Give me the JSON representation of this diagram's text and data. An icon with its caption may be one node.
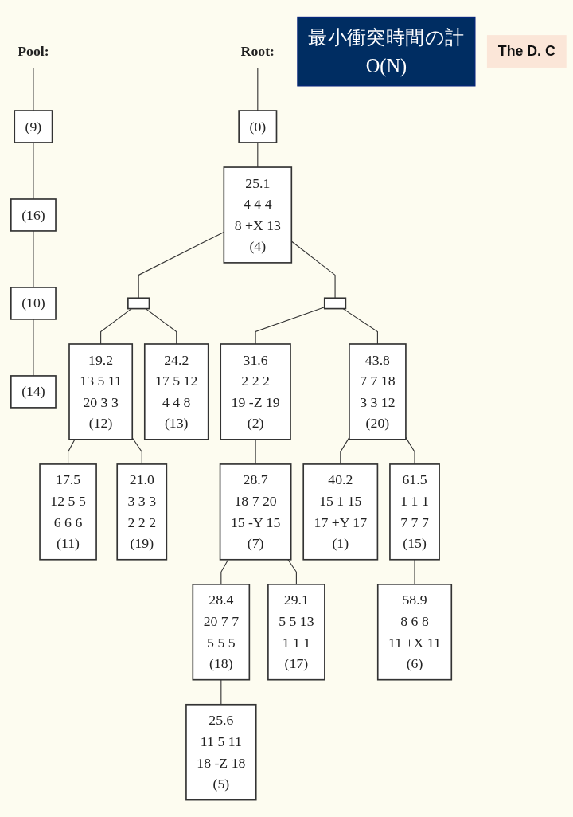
{
  "diagram": {
    "nodes": [
      {
        "text": [
          "Pool:"
        ]
      },
      {
        "text": [
          "(9)"
        ]
      },
      {
        "text": [
          "(16)"
        ]
      },
      {
        "text": [
          "(10)"
        ]
      },
      {
        "text": [
          "(14)"
        ]
      },
      {
        "text": [
          "Root:"
        ]
      },
      {
        "text": [
          "(0)"
        ]
      },
      {
        "text": [
          "25.1",
          "4 4 4",
          "8 +X 13",
          "(4)"
        ]
      },
      {
        "text": [],
        "shape": "box"
      },
      {
        "text": [],
        "shape": "box"
      },
      {
        "text": [
          "最小衝突時間の計",
          "O(N)"
        ]
      },
      {
        "text": [
          "19.2",
          "13 5 11",
          "20 3 3",
          "(12)"
        ]
      },
      {
        "text": [
          "24.2",
          "17 5 12",
          "4 4 8",
          "(13)"
        ]
      },
      {
        "text": [
          "31.6",
          "2 2 2",
          "19 -Z 19",
          "(2)"
        ]
      },
      {
        "text": [
          "43.8",
          "7 7 18",
          "3 3 12",
          "(20)"
        ]
      },
      {
        "text": [
          "17.5",
          "12 5 5",
          "6 6 6",
          "(11)"
        ]
      },
      {
        "text": [
          "21.0",
          "3 3 3",
          "2 2 2",
          "(19)"
        ]
      },
      {
        "text": [
          "28.7",
          "18 7 20",
          "15 -Y 15",
          "(7)"
        ]
      },
      {
        "text": [
          "40.2",
          "15 1 15",
          "17 +Y 17",
          "(1)"
        ]
      },
      {
        "text": [
          "61.5",
          "1 1 1",
          "7 7 7",
          "(15)"
        ]
      },
      {
        "text": [
          "28.4",
          "20 7 7",
          "5 5 5",
          "(18)"
        ]
      },
      {
        "text": [
          "29.1",
          "5 5 13",
          "1 1 1",
          "(17)"
        ]
      },
      {
        "text": [
          "58.9",
          "8 6 8",
          "11 +X 11",
          "(6)"
        ]
      },
      {
        "text": [
          "The D. C"
        ]
      },
      {
        "text": [
          "25.6",
          "11 5 11",
          "18 -Z 18",
          "(5)"
        ]
      }
    ],
    "edges": [
      {
        "from": 0,
        "to": 1,
        "arrow": "none"
      },
      {
        "from": 1,
        "to": 2,
        "arrow": "none"
      },
      {
        "from": 2,
        "to": 3,
        "arrow": "none"
      },
      {
        "from": 3,
        "to": 4,
        "arrow": "none"
      },
      {
        "from": 5,
        "to": 6,
        "arrow": "none"
      },
      {
        "from": 6,
        "to": 7,
        "arrow": "none"
      },
      {
        "from": 7,
        "to": 8,
        "arrow": "none"
      },
      {
        "from": 7,
        "to": 9,
        "arrow": "none"
      },
      {
        "from": 8,
        "to": 11,
        "arrow": "none"
      },
      {
        "from": 8,
        "to": 12,
        "arrow": "none"
      },
      {
        "from": 9,
        "to": 13,
        "arrow": "none"
      },
      {
        "from": 9,
        "to": 14,
        "arrow": "none"
      },
      {
        "from": 11,
        "to": 15,
        "arrow": "none"
      },
      {
        "from": 11,
        "to": 16,
        "arrow": "none"
      },
      {
        "from": 13,
        "to": 17,
        "arrow": "none"
      },
      {
        "from": 14,
        "to": 18,
        "arrow": "none"
      },
      {
        "from": 14,
        "to": 19,
        "arrow": "none"
      },
      {
        "from": 17,
        "to": 20,
        "arrow": "none"
      },
      {
        "from": 17,
        "to": 21,
        "arrow": "none"
      },
      {
        "from": 19,
        "to": 22,
        "arrow": "none"
      },
      {
        "from": 20,
        "to": 24,
        "arrow": "none"
      }
    ]
  }
}
